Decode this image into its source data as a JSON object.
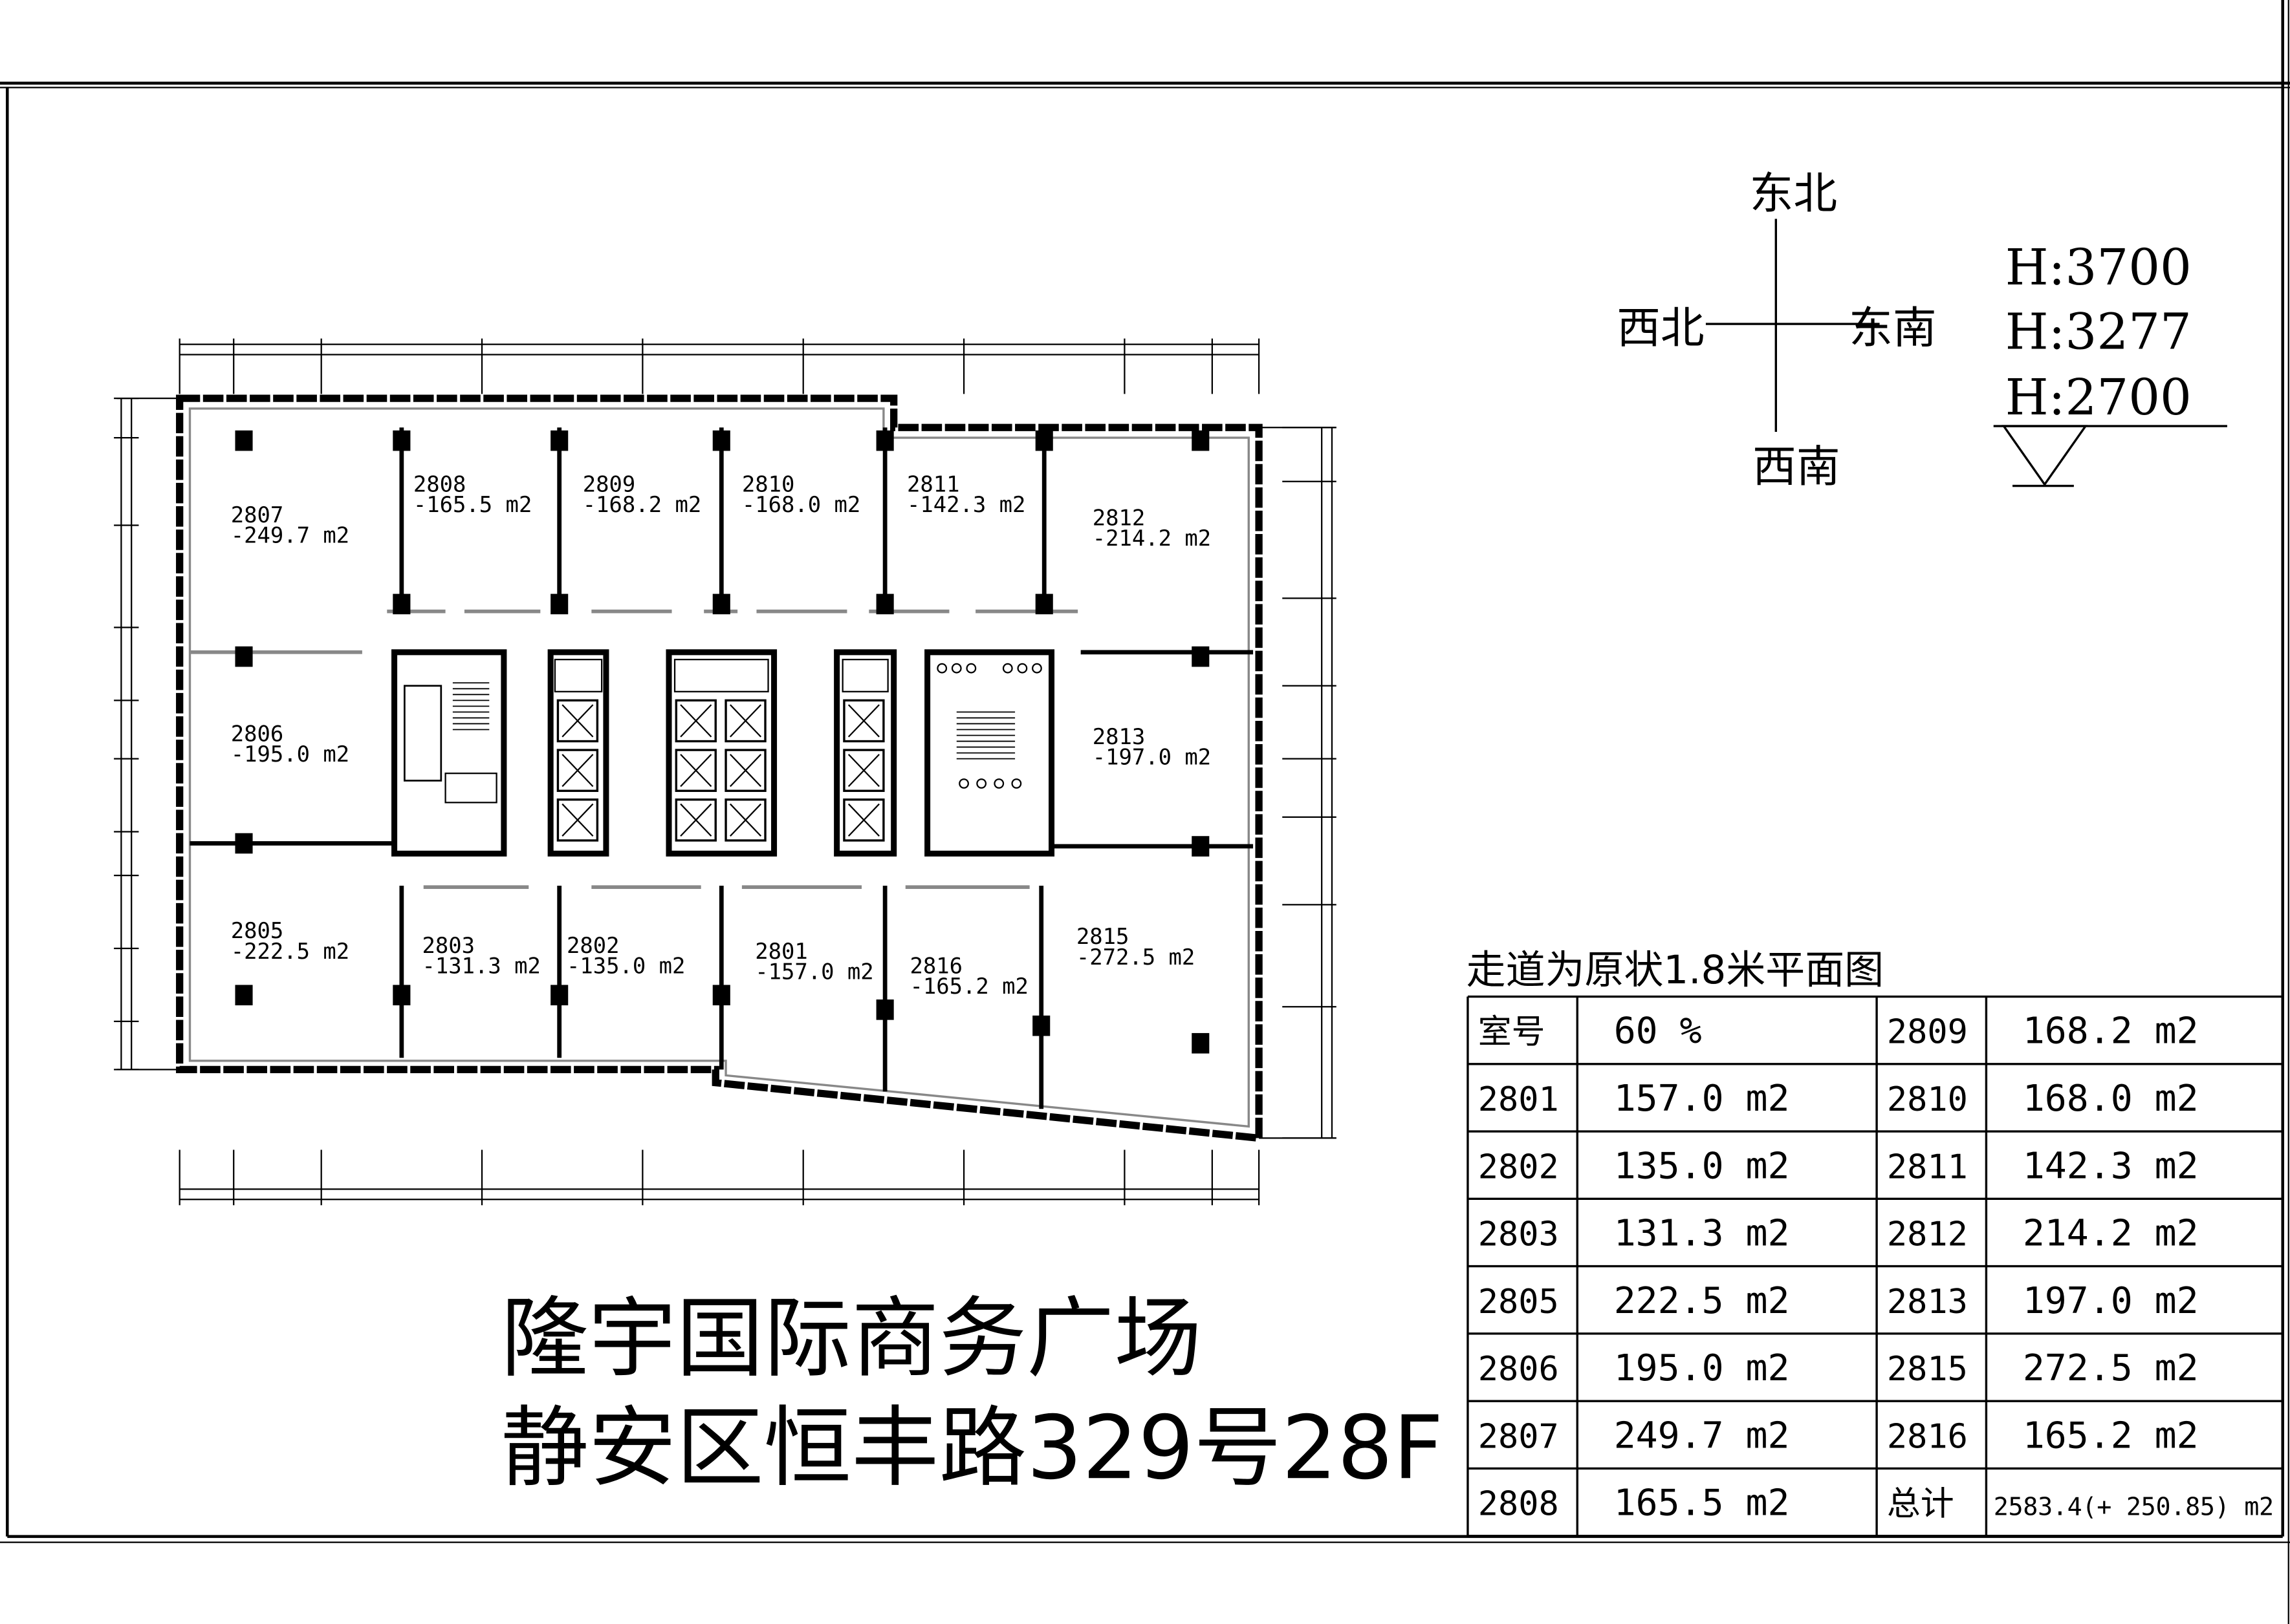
{
  "compass": {
    "north": "东北",
    "west": "西北",
    "east": "东南",
    "south": "西南"
  },
  "heights": [
    "H:3700",
    "H:3277",
    "H:2700"
  ],
  "rooms": [
    {
      "id": "2807",
      "area": "-249.7 m2"
    },
    {
      "id": "2808",
      "area": "-165.5 m2"
    },
    {
      "id": "2809",
      "area": "-168.2 m2"
    },
    {
      "id": "2810",
      "area": "-168.0 m2"
    },
    {
      "id": "2811",
      "area": "-142.3 m2"
    },
    {
      "id": "2812",
      "area": "-214.2 m2"
    },
    {
      "id": "2806",
      "area": "-195.0 m2"
    },
    {
      "id": "2813",
      "area": "-197.0 m2"
    },
    {
      "id": "2805",
      "area": "-222.5 m2"
    },
    {
      "id": "2803",
      "area": "-131.3 m2"
    },
    {
      "id": "2802",
      "area": "-135.0 m2"
    },
    {
      "id": "2801",
      "area": "-157.0 m2"
    },
    {
      "id": "2816",
      "area": "-165.2 m2"
    },
    {
      "id": "2815",
      "area": "-272.5 m2"
    }
  ],
  "table": {
    "caption": "走道为原状1.8米平面图",
    "rows": [
      [
        "室号",
        "60 %",
        "2809",
        "168.2 m2"
      ],
      [
        "2801",
        "157.0 m2",
        "2810",
        "168.0 m2"
      ],
      [
        "2802",
        "135.0 m2",
        "2811",
        "142.3 m2"
      ],
      [
        "2803",
        "131.3 m2",
        "2812",
        "214.2 m2"
      ],
      [
        "2805",
        "222.5 m2",
        "2813",
        "197.0 m2"
      ],
      [
        "2806",
        "195.0 m2",
        "2815",
        "272.5 m2"
      ],
      [
        "2807",
        "249.7 m2",
        "2816",
        "165.2 m2"
      ],
      [
        "2808",
        "165.5 m2",
        "总计",
        "2583.4(+ 250.85) m2"
      ]
    ]
  },
  "title": {
    "line1": "隆宇国际商务广场",
    "line2": "静安区恒丰路329号28F"
  }
}
